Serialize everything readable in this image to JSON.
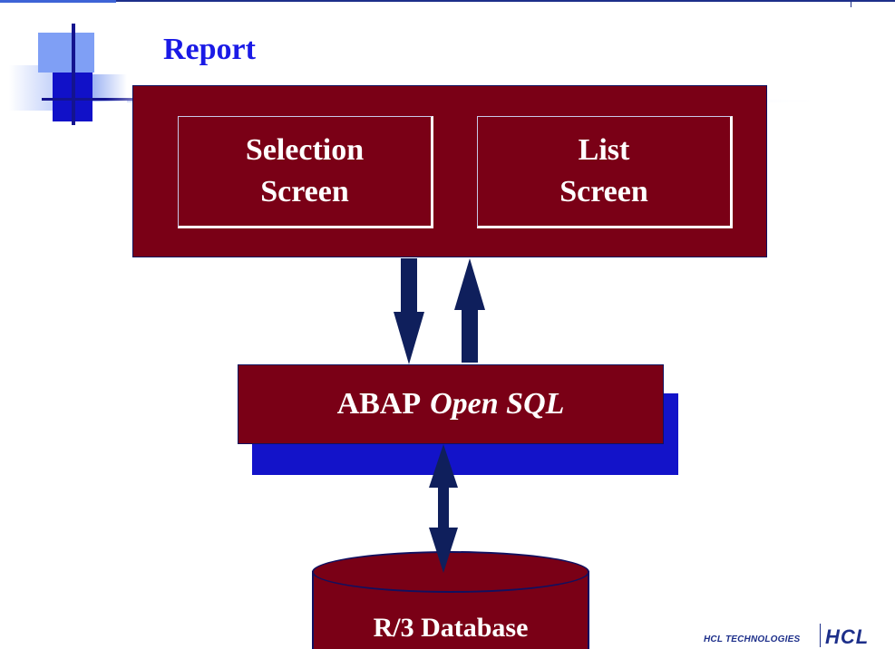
{
  "slide": {
    "title": "Report"
  },
  "report": {
    "selection_screen": [
      "Selection",
      "Screen"
    ],
    "list_screen": [
      "List",
      "Screen"
    ]
  },
  "middleware": {
    "prefix": "ABAP",
    "italic": "Open SQL"
  },
  "database": {
    "label": "R/3 Database"
  },
  "footer": {
    "company_text": "HCL TECHNOLOGIES",
    "logo_text": "HCL"
  },
  "colors": {
    "box_fill": "#7a0016",
    "arrow": "#0f1f5c",
    "title": "#1a1ae6",
    "shadow": "#1313c9"
  }
}
